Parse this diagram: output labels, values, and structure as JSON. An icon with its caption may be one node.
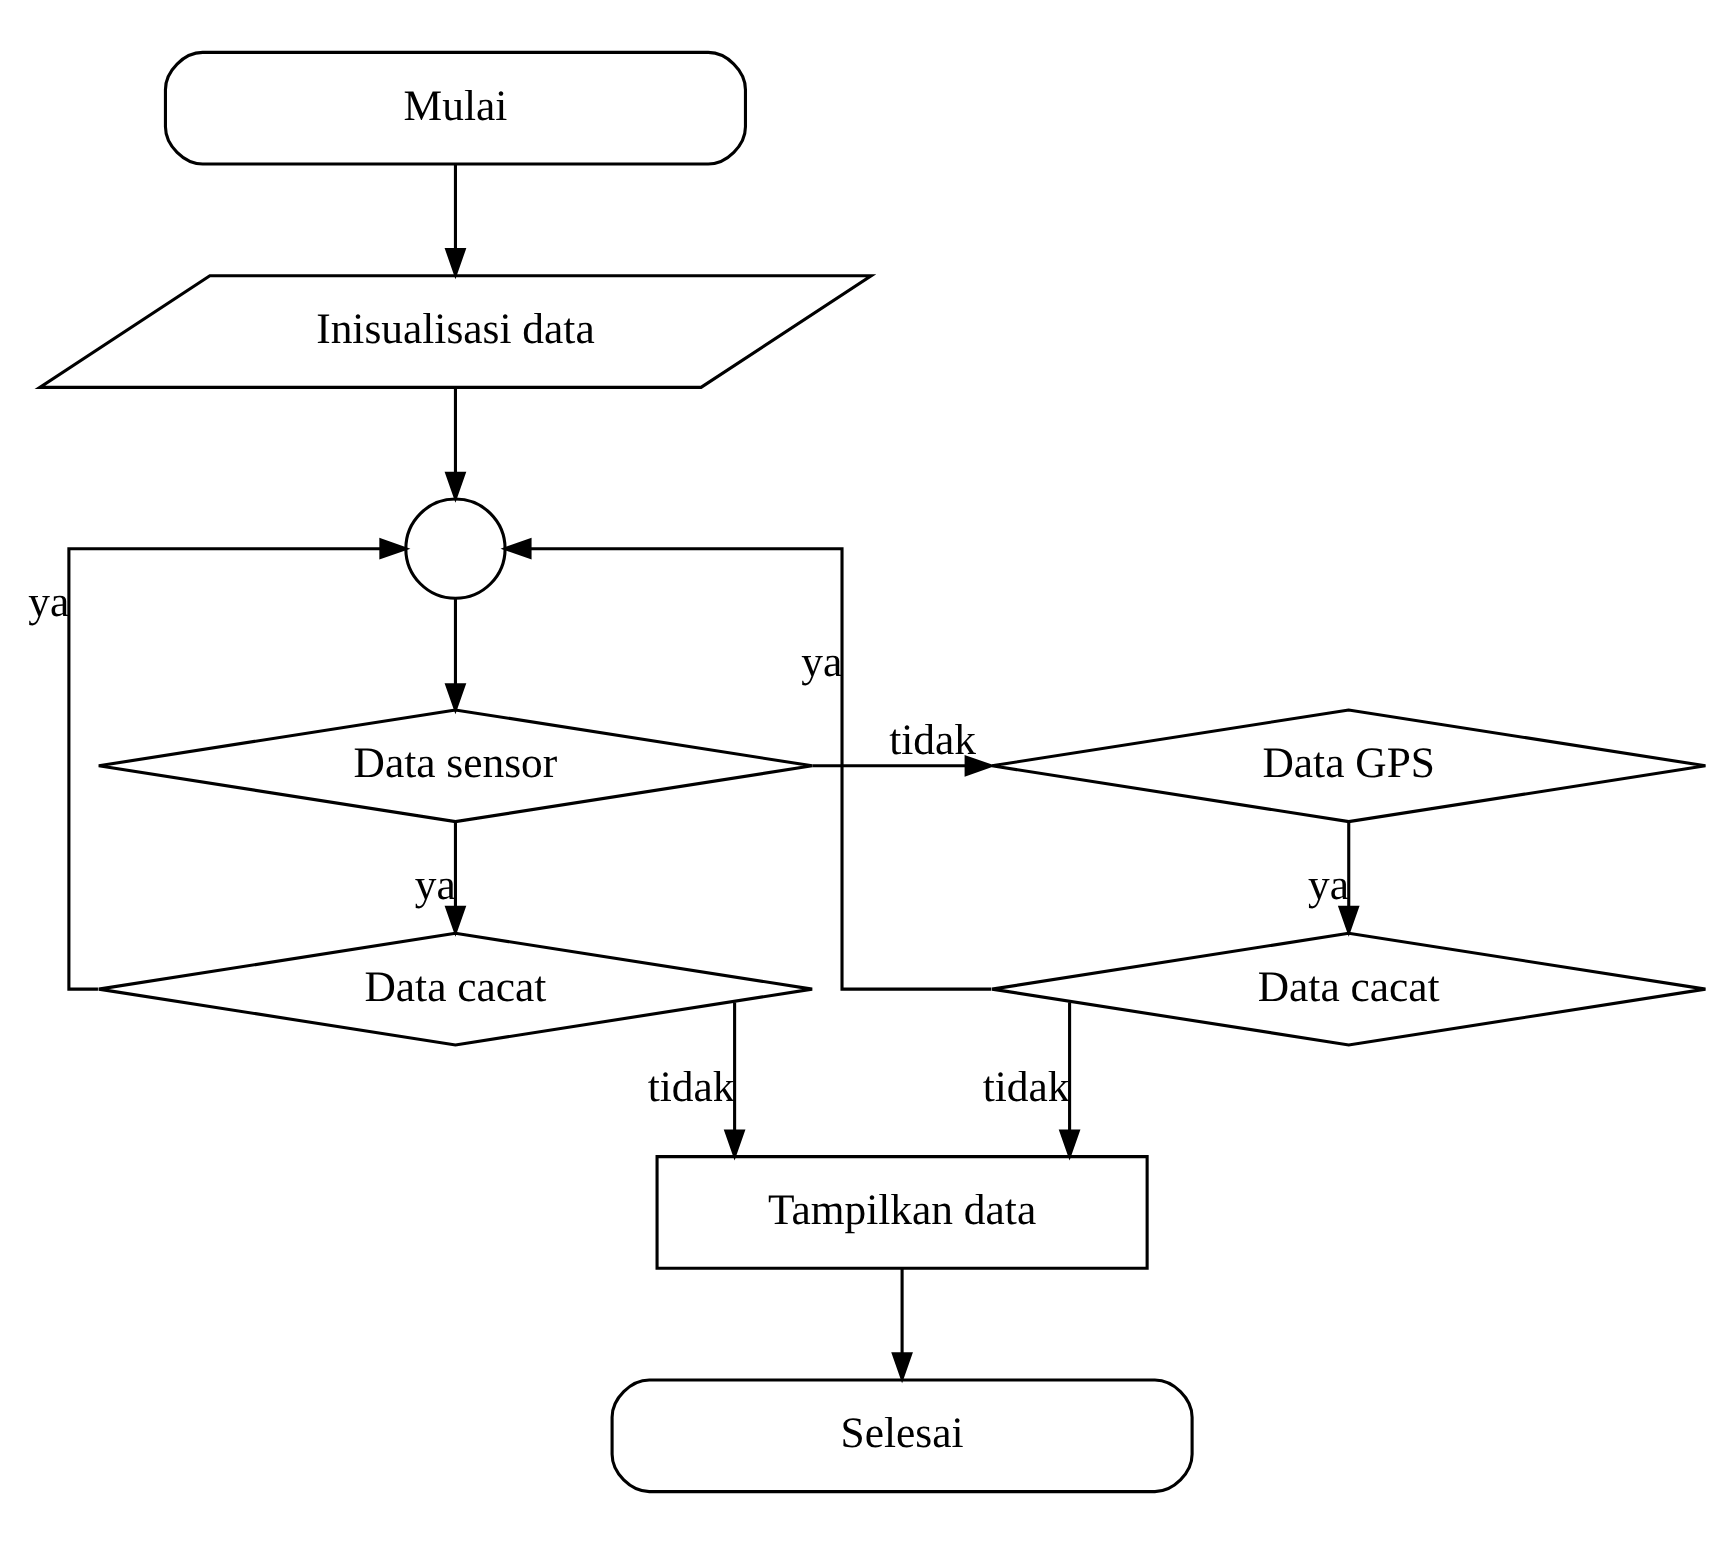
{
  "diagram": {
    "nodes": [
      {
        "text": [
          "Mulai"
        ]
      },
      {
        "text": [
          "Inisualisasi data"
        ]
      },
      {
        "text": [],
        "shape": "circle"
      },
      {
        "text": [
          "Data sensor"
        ]
      },
      {
        "text": [
          "Data GPS"
        ]
      },
      {
        "text": [
          "Data cacat"
        ]
      },
      {
        "text": [
          "Data cacat"
        ]
      },
      {
        "text": [
          "Tampilkan data"
        ]
      },
      {
        "text": [
          "Selesai"
        ]
      }
    ],
    "edges": [
      {
        "from": 0,
        "to": 1,
        "arrow": "to"
      },
      {
        "from": 1,
        "to": 2,
        "arrow": "to"
      },
      {
        "from": 2,
        "to": 3,
        "arrow": "to"
      },
      {
        "from": 3,
        "to": 4,
        "arrow": "to",
        "label": "tidak"
      },
      {
        "from": 3,
        "to": 5,
        "arrow": "to",
        "label": "ya"
      },
      {
        "from": 4,
        "to": 6,
        "arrow": "to",
        "label": "ya"
      },
      {
        "from": 5,
        "to": 2,
        "arrow": "to",
        "label": "ya"
      },
      {
        "from": 6,
        "to": 2,
        "arrow": "to",
        "label": "ya"
      },
      {
        "from": 5,
        "to": 7,
        "arrow": "to",
        "label": "tidak"
      },
      {
        "from": 6,
        "to": 7,
        "arrow": "to",
        "label": "tidak"
      },
      {
        "from": 7,
        "to": 8,
        "arrow": "to"
      }
    ]
  }
}
